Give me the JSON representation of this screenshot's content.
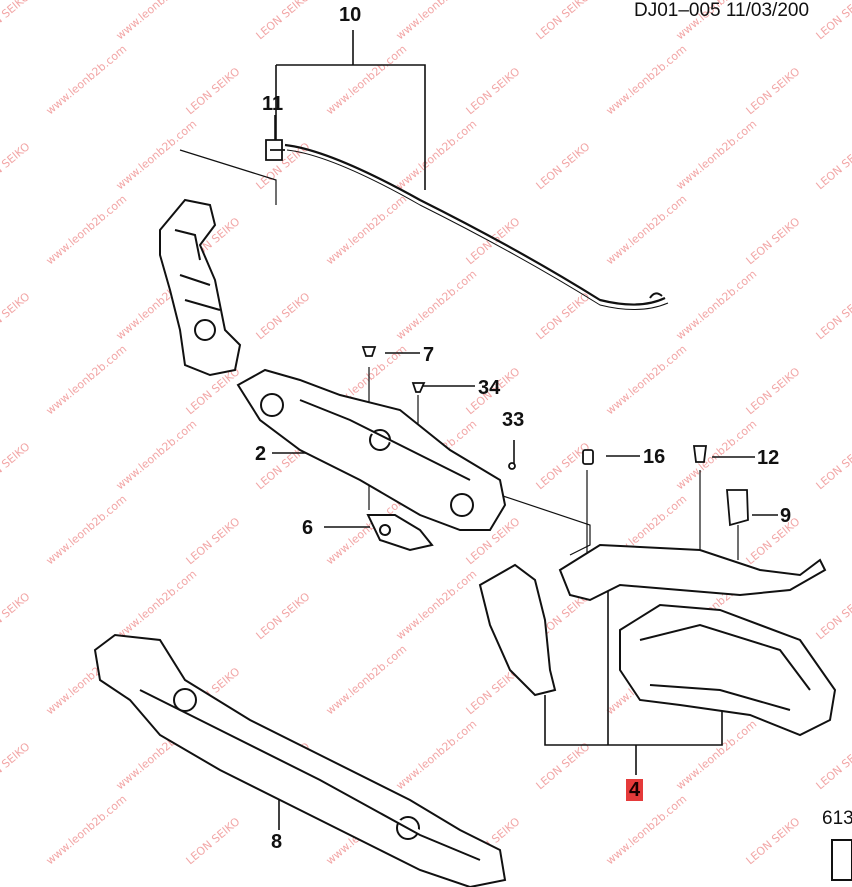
{
  "header": {
    "code": "DJ01–005  11/03/200"
  },
  "watermark": {
    "brand": "LEON SEIKO",
    "site": "www.leonb2b.com",
    "color": "#f2a6a6"
  },
  "callouts": {
    "c2": "2",
    "c4": "4",
    "c6": "6",
    "c7": "7",
    "c8": "8",
    "c9": "9",
    "c10": "10",
    "c11": "11",
    "c12": "12",
    "c16": "16",
    "c33": "33",
    "c34": "34"
  },
  "footer": {
    "page_number": "613"
  },
  "colors": {
    "line": "#111111",
    "highlight": "#e53a3a"
  }
}
